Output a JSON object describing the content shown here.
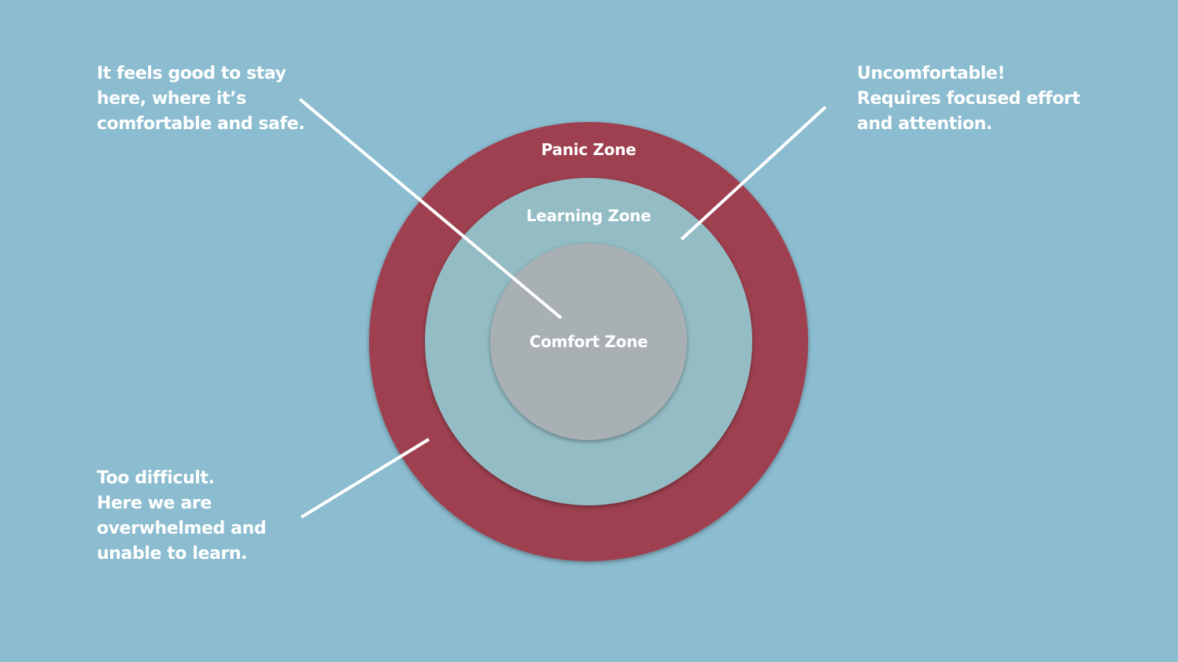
{
  "zones": {
    "panic": {
      "label": "Panic Zone",
      "color": "#9e3f4f"
    },
    "learning": {
      "label": "Learning Zone",
      "color": "#93bcc4"
    },
    "comfort": {
      "label": "Comfort Zone",
      "color": "#a8b0b4"
    }
  },
  "notes": {
    "comfort": [
      "It feels good to stay",
      "here, where it’s",
      "comfortable and safe."
    ],
    "learning": [
      "Uncomfortable!",
      "Requires focused effort",
      "and attention."
    ],
    "panic": [
      "Too difficult.",
      "Here we are",
      "overwhelmed and",
      "unable to learn."
    ]
  },
  "colors": {
    "background": "#8bbccf",
    "text": "#ffffff",
    "pointer": "#ffffff"
  }
}
